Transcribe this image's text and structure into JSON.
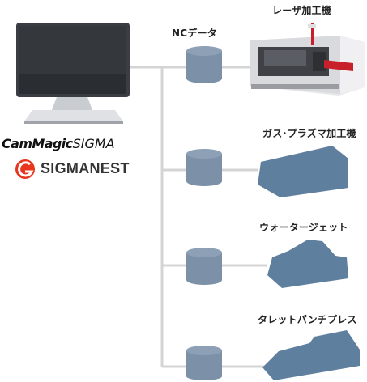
{
  "nc_data_label": "NCデータ",
  "brands": {
    "camera_part": "CamMagic",
    "sigma_part": "SIGMA",
    "sigmanest": "SIGMANEST"
  },
  "machines": [
    {
      "label": "レーザ加工機",
      "icon": "laser-machine-icon"
    },
    {
      "label": "ガス･プラズマ加工機",
      "icon": "plasma-machine-icon"
    },
    {
      "label": "ウォータージェット",
      "icon": "waterjet-machine-icon"
    },
    {
      "label": "タレットパンチプレス",
      "icon": "punch-press-icon"
    }
  ],
  "colors": {
    "line": "#d0d0d0",
    "cylinder": "#7c90a8",
    "machine_shape": "#5f7f9e",
    "brand_red": "#e8361f",
    "laser_red": "#c8202a"
  }
}
